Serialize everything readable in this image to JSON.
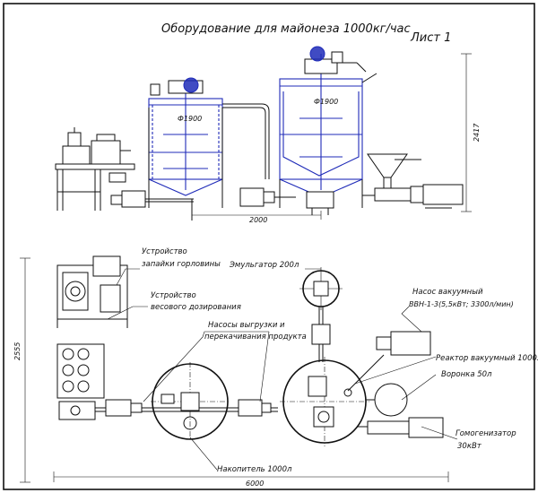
{
  "sheet": {
    "title": "Оборудование для майонеза 1000кг/час",
    "sheet_no": "Лист 1",
    "frame_color": "#111111",
    "accent_color": "#1f2bb8"
  },
  "dimensions": {
    "tank1_dia": "Ф1900",
    "tank2_dia": "Ф1900",
    "height": "2417",
    "span_front": "2000",
    "plan_height": "2555",
    "plan_width": "6000"
  },
  "labels": {
    "filling_device": [
      "Устройство",
      "запайки горловины"
    ],
    "weighing_device": [
      "Устройство",
      "весового дозирования"
    ],
    "emulsifier": "Эмульгатор 200л",
    "vacuum_pump": [
      "Насос вакуумный",
      "ВВН-1-3(5,5кВт; 3300л/мин)"
    ],
    "pumps": [
      "Насосы выгрузки и",
      "перекачивания продукта"
    ],
    "reactor": "Реактор вакуумный 1000л",
    "funnel": "Воронка 50л",
    "homogenizer": [
      "Гомогенизатор",
      "30кВт"
    ],
    "storage": "Накопитель 1000л"
  }
}
